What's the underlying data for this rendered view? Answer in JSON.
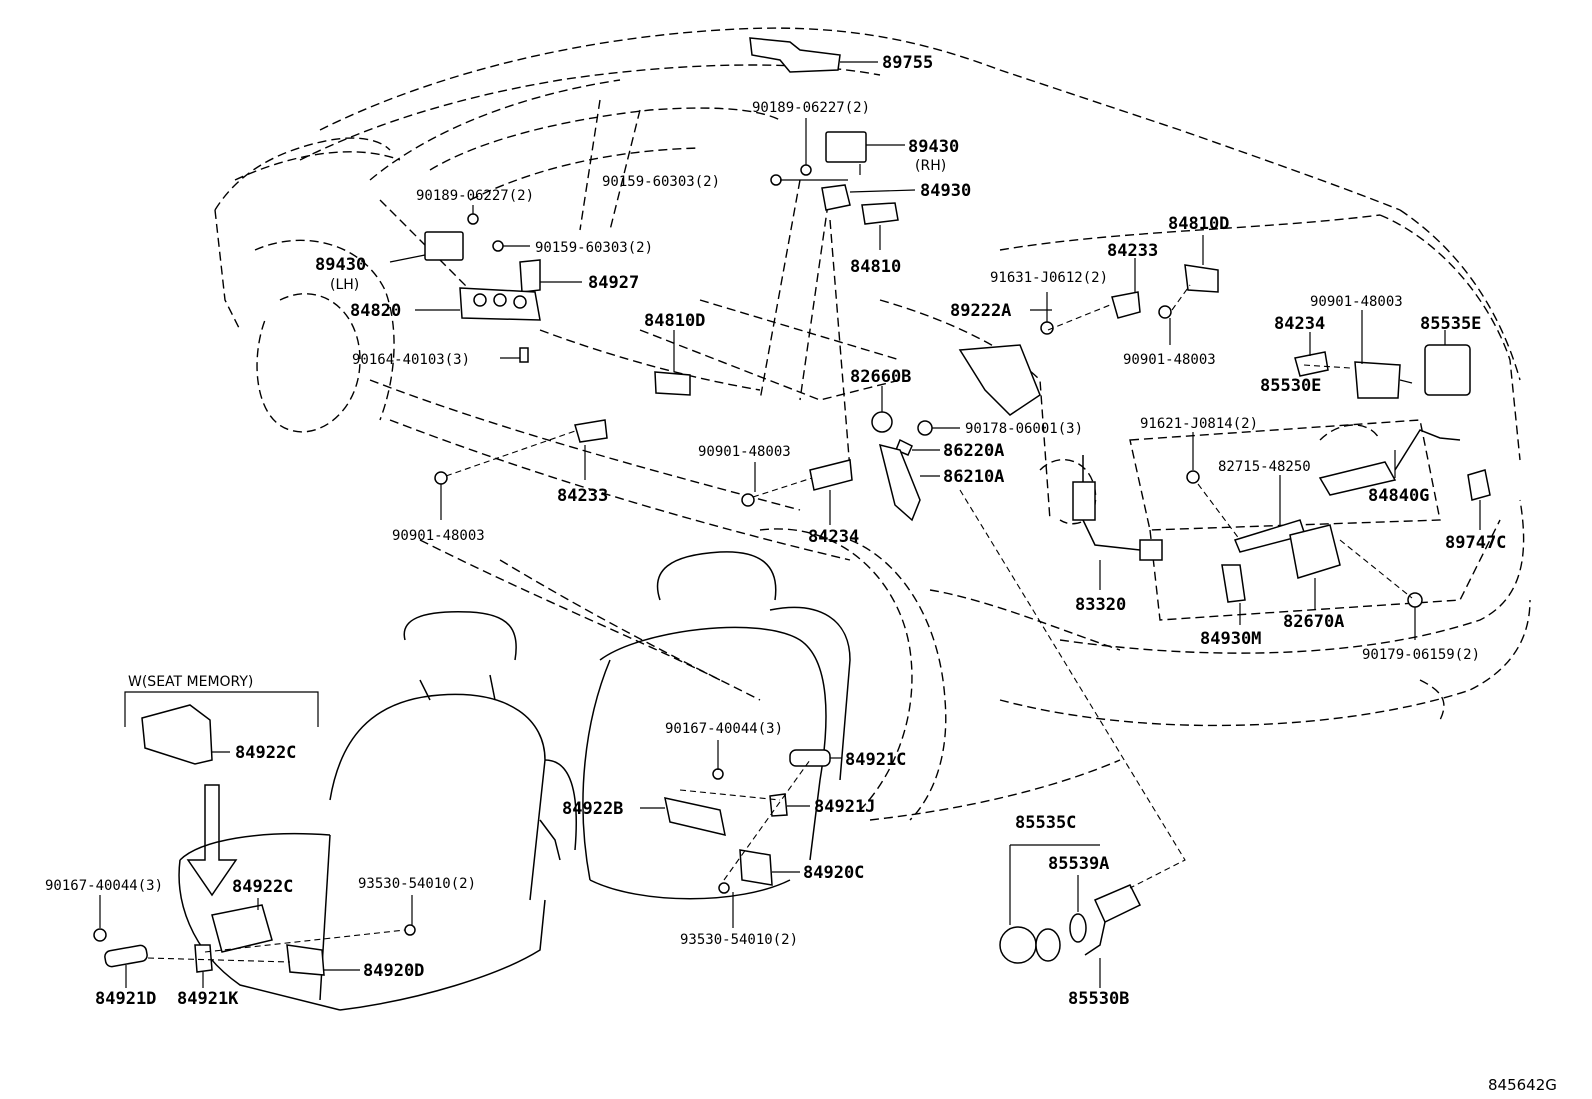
{
  "diagram": {
    "code": "845642G",
    "group_label": "W(SEAT MEMORY)",
    "labels": {
      "p89755": "89755",
      "p90189_top": "90189-06227(2)",
      "p89430_rh": "89430",
      "rh_note": "(RH)",
      "p90159_top": "90159-60303(2)",
      "p84930": "84930",
      "p90189_left": "90189-06227(2)",
      "p90159_left": "90159-60303(2)",
      "p84810": "84810",
      "p89430_lh": "89430",
      "lh_note": "(LH)",
      "p84927": "84927",
      "p84820": "84820",
      "p84810d_center": "84810D",
      "p90164": "90164-40103(3)",
      "p82660b": "82660B",
      "p90178": "90178-06001(3)",
      "p86220a": "86220A",
      "p86210a": "86210A",
      "p90901_center": "90901-48003",
      "p84233_left": "84233",
      "p90901_left": "90901-48003",
      "p84234_center": "84234",
      "p84810d_right": "84810D",
      "p84233_right": "84233",
      "p91631": "91631-J0612(2)",
      "p89222a": "89222A",
      "p90901_right1": "90901-48003",
      "p90901_right2": "90901-48003",
      "p84234_right": "84234",
      "p85535e": "85535E",
      "p85530e": "85530E",
      "p91621": "91621-J0814(2)",
      "p82715": "82715-48250",
      "p84840g": "84840G",
      "p89747c": "89747C",
      "p83320": "83320",
      "p82670a": "82670A",
      "p84930m": "84930M",
      "p90179": "90179-06159(2)",
      "p84922c_top": "84922C",
      "p90167_center": "90167-40044(3)",
      "p84921c": "84921C",
      "p84922b": "84922B",
      "p84921j": "84921J",
      "p84920c": "84920C",
      "p93530_center": "93530-54010(2)",
      "p85535c": "85535C",
      "p85539a": "85539A",
      "p85530b": "85530B",
      "p90167_left": "90167-40044(3)",
      "p84922c_bottom": "84922C",
      "p93530_left": "93530-54010(2)",
      "p84920d": "84920D",
      "p84921d": "84921D",
      "p84921k": "84921K"
    }
  }
}
